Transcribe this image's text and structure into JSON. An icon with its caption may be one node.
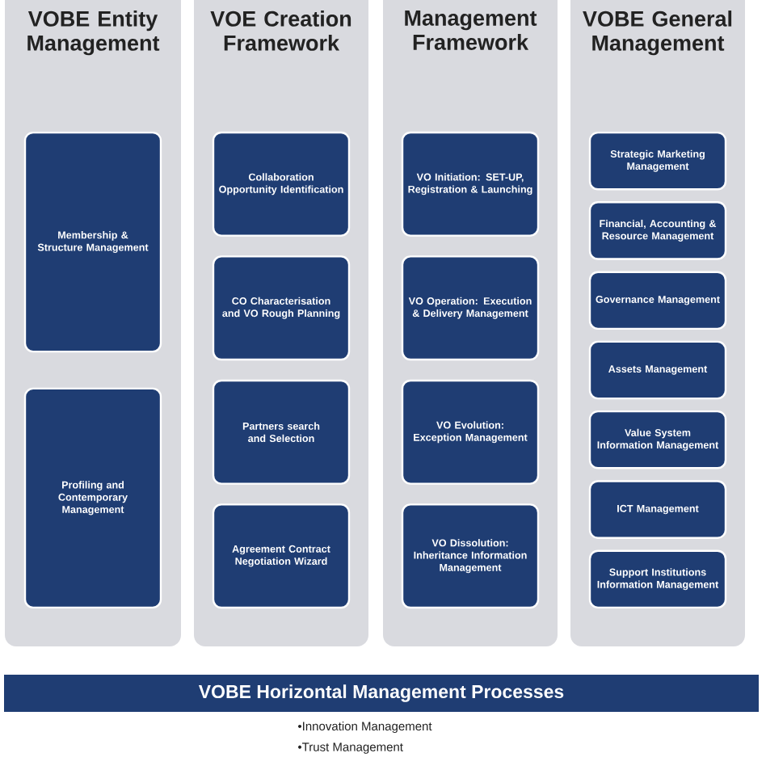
{
  "diagram": {
    "nodes": [
      {
        "text": [
          "VOBE Entity Management"
        ]
      },
      {
        "text": [
          "Membership & Structure Management"
        ],
        "in": 0
      },
      {
        "text": [
          "Profiling and Contemporary Management"
        ],
        "in": 0
      },
      {
        "text": [
          "VOE Creation Framework"
        ]
      },
      {
        "text": [
          "Collaboration Opportunity Identification"
        ],
        "in": 3
      },
      {
        "text": [
          "CO Characterisation and VO Rough Planning"
        ],
        "in": 3
      },
      {
        "text": [
          "Partners search and Selection"
        ],
        "in": 3
      },
      {
        "text": [
          "Agreement Contract Negotiation Wizard"
        ],
        "in": 3
      },
      {
        "text": [
          "Management Framework"
        ]
      },
      {
        "text": [
          "VO Initiation: SET-UP, Registration & Launching"
        ],
        "in": 8
      },
      {
        "text": [
          "VO Operation: Execution & Delivery Management"
        ],
        "in": 8
      },
      {
        "text": [
          "VO Evolution: Exception Management"
        ],
        "in": 8
      },
      {
        "text": [
          "VO Dissolution: Inheritance Information Management"
        ],
        "in": 8
      },
      {
        "text": [
          "VOBE General Management"
        ]
      },
      {
        "text": [
          "Strategic Marketing Management"
        ],
        "in": 13
      },
      {
        "text": [
          "Financial, Accounting & Resource Management"
        ],
        "in": 13
      },
      {
        "text": [
          "Governance Management"
        ],
        "in": 13
      },
      {
        "text": [
          "Assets Management"
        ],
        "in": 13
      },
      {
        "text": [
          "Value System Information Management"
        ],
        "in": 13
      },
      {
        "text": [
          "ICT Management"
        ],
        "in": 13
      },
      {
        "text": [
          "Support Institutions Information Management"
        ],
        "in": 13
      },
      {
        "text": [
          "VOBE Horizontal Management Processes"
        ]
      }
    ],
    "labels": [
      "•Innovation Management",
      "•Trust Management"
    ]
  }
}
